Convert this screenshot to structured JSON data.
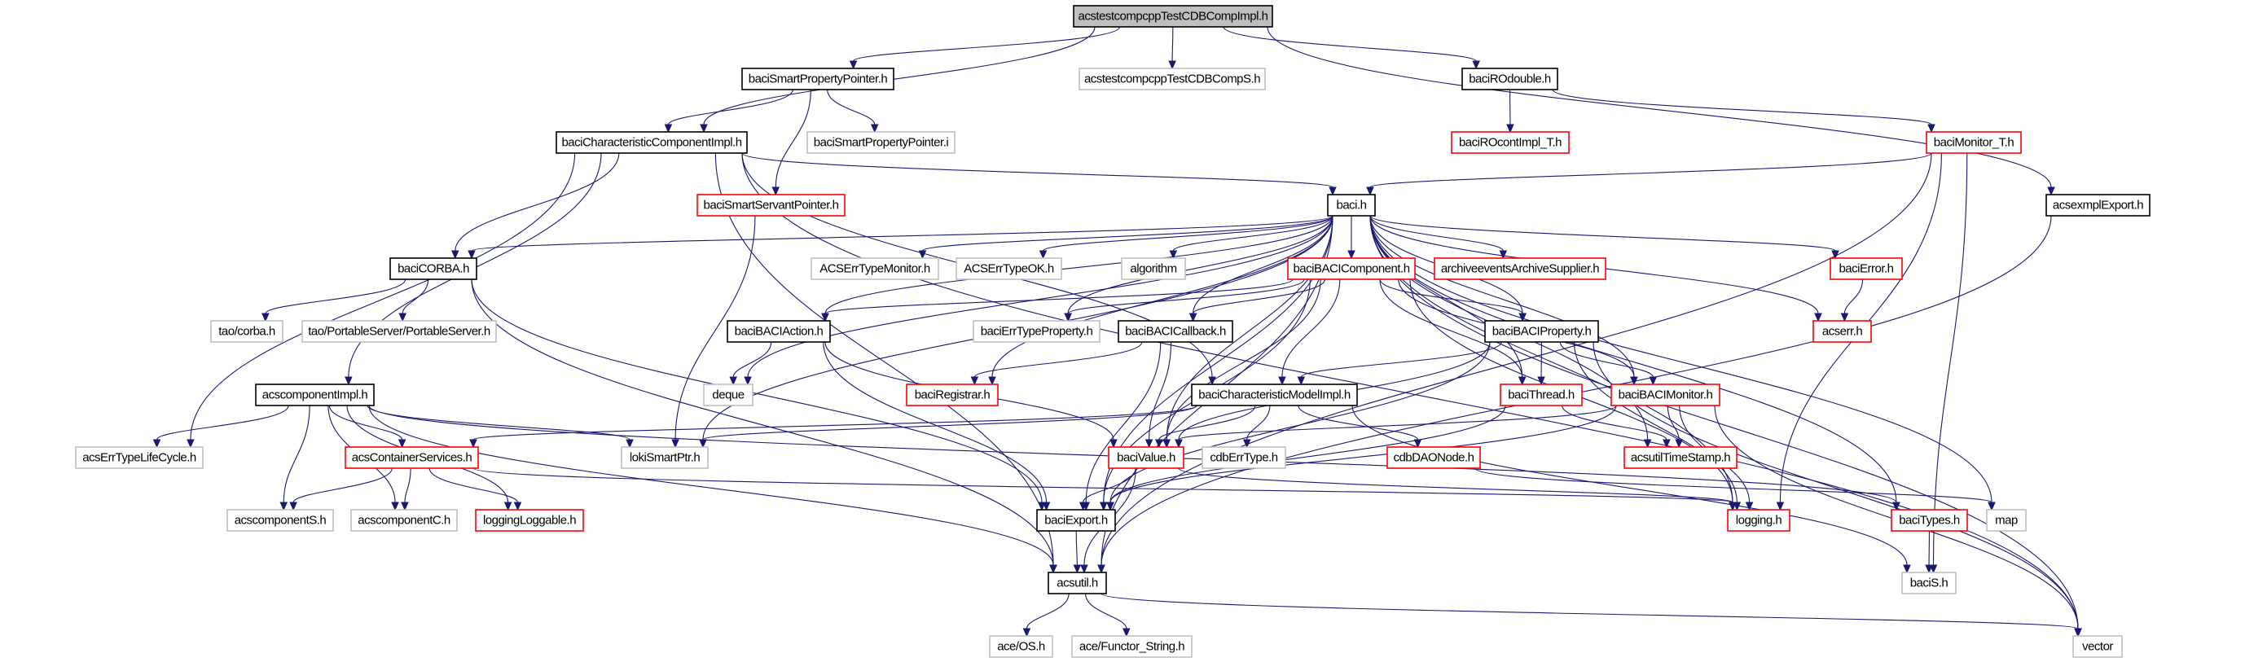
{
  "diagram": {
    "type": "include-dependency-graph",
    "root": "root",
    "colors": {
      "edge": "#191970",
      "documented_border": "#000000",
      "truncated_border": "#ff0000",
      "external_border": "#bfbfbf",
      "root_fill": "#bfbfbf"
    },
    "nodes": [
      {
        "id": "root",
        "label": "acstestcompcppTestCDBCompImpl.h",
        "kind": "root"
      },
      {
        "id": "spp_h",
        "label": "baciSmartPropertyPointer.h",
        "kind": "documented"
      },
      {
        "id": "cdbcomps",
        "label": "acstestcompcppTestCDBCompS.h",
        "kind": "external"
      },
      {
        "id": "rodouble",
        "label": "baciROdouble.h",
        "kind": "documented"
      },
      {
        "id": "ccimpl",
        "label": "baciCharacteristicComponentImpl.h",
        "kind": "documented"
      },
      {
        "id": "spp_i",
        "label": "baciSmartPropertyPointer.i",
        "kind": "external"
      },
      {
        "id": "rocont",
        "label": "baciROcontImpl_T.h",
        "kind": "truncated"
      },
      {
        "id": "monitor_t",
        "label": "baciMonitor_T.h",
        "kind": "truncated"
      },
      {
        "id": "ssp",
        "label": "baciSmartServantPointer.h",
        "kind": "truncated"
      },
      {
        "id": "baci",
        "label": "baci.h",
        "kind": "documented"
      },
      {
        "id": "exmplexport",
        "label": "acsexmplExport.h",
        "kind": "documented"
      },
      {
        "id": "corba",
        "label": "baciCORBA.h",
        "kind": "documented"
      },
      {
        "id": "errmon",
        "label": "ACSErrTypeMonitor.h",
        "kind": "external"
      },
      {
        "id": "errok",
        "label": "ACSErrTypeOK.h",
        "kind": "external"
      },
      {
        "id": "algorithm",
        "label": "algorithm",
        "kind": "external"
      },
      {
        "id": "bacicomp",
        "label": "baciBACIComponent.h",
        "kind": "truncated"
      },
      {
        "id": "archsup",
        "label": "archiveeventsArchiveSupplier.h",
        "kind": "truncated"
      },
      {
        "id": "bacierror",
        "label": "baciError.h",
        "kind": "truncated"
      },
      {
        "id": "taocorba",
        "label": "tao/corba.h",
        "kind": "external"
      },
      {
        "id": "portserver",
        "label": "tao/PortableServer/PortableServer.h",
        "kind": "external"
      },
      {
        "id": "action",
        "label": "baciBACIAction.h",
        "kind": "documented"
      },
      {
        "id": "errtypeprop",
        "label": "baciErrTypeProperty.h",
        "kind": "external"
      },
      {
        "id": "callback",
        "label": "baciBACICallback.h",
        "kind": "documented"
      },
      {
        "id": "property",
        "label": "baciBACIProperty.h",
        "kind": "documented"
      },
      {
        "id": "acserr",
        "label": "acserr.h",
        "kind": "truncated"
      },
      {
        "id": "compimpl",
        "label": "acscomponentImpl.h",
        "kind": "documented"
      },
      {
        "id": "deque",
        "label": "deque",
        "kind": "external"
      },
      {
        "id": "registrar",
        "label": "baciRegistrar.h",
        "kind": "truncated"
      },
      {
        "id": "cmimpl",
        "label": "baciCharacteristicModelImpl.h",
        "kind": "documented"
      },
      {
        "id": "thread",
        "label": "baciThread.h",
        "kind": "truncated"
      },
      {
        "id": "bacimonitor",
        "label": "baciBACIMonitor.h",
        "kind": "truncated"
      },
      {
        "id": "lifecycle",
        "label": "acsErrTypeLifeCycle.h",
        "kind": "external"
      },
      {
        "id": "contsvc",
        "label": "acsContainerServices.h",
        "kind": "truncated"
      },
      {
        "id": "loki",
        "label": "lokiSmartPtr.h",
        "kind": "external"
      },
      {
        "id": "value",
        "label": "baciValue.h",
        "kind": "truncated"
      },
      {
        "id": "cdberr",
        "label": "cdbErrType.h",
        "kind": "external"
      },
      {
        "id": "daonode",
        "label": "cdbDAONode.h",
        "kind": "truncated"
      },
      {
        "id": "timestamp",
        "label": "acsutilTimeStamp.h",
        "kind": "truncated"
      },
      {
        "id": "compS",
        "label": "acscomponentS.h",
        "kind": "external"
      },
      {
        "id": "compC",
        "label": "acscomponentC.h",
        "kind": "external"
      },
      {
        "id": "loggable",
        "label": "loggingLoggable.h",
        "kind": "truncated"
      },
      {
        "id": "export",
        "label": "baciExport.h",
        "kind": "documented"
      },
      {
        "id": "logging",
        "label": "logging.h",
        "kind": "truncated"
      },
      {
        "id": "types",
        "label": "baciTypes.h",
        "kind": "truncated"
      },
      {
        "id": "map",
        "label": "map",
        "kind": "external"
      },
      {
        "id": "acsutil",
        "label": "acsutil.h",
        "kind": "documented"
      },
      {
        "id": "bacis",
        "label": "baciS.h",
        "kind": "external"
      },
      {
        "id": "aceos",
        "label": "ace/OS.h",
        "kind": "external"
      },
      {
        "id": "functor",
        "label": "ace/Functor_String.h",
        "kind": "external"
      },
      {
        "id": "vector",
        "label": "vector",
        "kind": "external"
      }
    ],
    "edges": [
      [
        "root",
        "ccimpl"
      ],
      [
        "root",
        "spp_h"
      ],
      [
        "root",
        "cdbcomps"
      ],
      [
        "root",
        "rodouble"
      ],
      [
        "root",
        "exmplexport"
      ],
      [
        "spp_h",
        "ccimpl"
      ],
      [
        "spp_h",
        "spp_i"
      ],
      [
        "spp_h",
        "ssp"
      ],
      [
        "rodouble",
        "rocont"
      ],
      [
        "rodouble",
        "monitor_t"
      ],
      [
        "monitor_t",
        "baci"
      ],
      [
        "monitor_t",
        "logging"
      ],
      [
        "monitor_t",
        "acsutil"
      ],
      [
        "monitor_t",
        "bacis"
      ],
      [
        "ccimpl",
        "baci"
      ],
      [
        "ccimpl",
        "corba"
      ],
      [
        "ccimpl",
        "compimpl"
      ],
      [
        "ccimpl",
        "lifecycle"
      ],
      [
        "ccimpl",
        "acsutil"
      ],
      [
        "ccimpl",
        "cmimpl"
      ],
      [
        "ccimpl",
        "vector"
      ],
      [
        "ssp",
        "loki"
      ],
      [
        "exmplexport",
        "acsutil"
      ],
      [
        "baci",
        "corba"
      ],
      [
        "baci",
        "errmon"
      ],
      [
        "baci",
        "errok"
      ],
      [
        "baci",
        "algorithm"
      ],
      [
        "baci",
        "bacicomp"
      ],
      [
        "baci",
        "archsup"
      ],
      [
        "baci",
        "bacierror"
      ],
      [
        "baci",
        "acserr"
      ],
      [
        "baci",
        "action"
      ],
      [
        "baci",
        "errtypeprop"
      ],
      [
        "baci",
        "callback"
      ],
      [
        "baci",
        "property"
      ],
      [
        "baci",
        "deque"
      ],
      [
        "baci",
        "registrar"
      ],
      [
        "baci",
        "thread"
      ],
      [
        "baci",
        "bacimonitor"
      ],
      [
        "baci",
        "value"
      ],
      [
        "baci",
        "timestamp"
      ],
      [
        "baci",
        "export"
      ],
      [
        "baci",
        "logging"
      ],
      [
        "baci",
        "types"
      ],
      [
        "baci",
        "map"
      ],
      [
        "baci",
        "acsutil"
      ],
      [
        "baci",
        "vector"
      ],
      [
        "baci",
        "loki"
      ],
      [
        "corba",
        "taocorba"
      ],
      [
        "corba",
        "portserver"
      ],
      [
        "corba",
        "export"
      ],
      [
        "corba",
        "acsutil"
      ],
      [
        "bacicomp",
        "action"
      ],
      [
        "bacicomp",
        "errtypeprop"
      ],
      [
        "bacicomp",
        "callback"
      ],
      [
        "bacicomp",
        "property"
      ],
      [
        "bacicomp",
        "cmimpl"
      ],
      [
        "bacicomp",
        "value"
      ],
      [
        "bacicomp",
        "export"
      ],
      [
        "bacicomp",
        "thread"
      ],
      [
        "bacicomp",
        "bacimonitor"
      ],
      [
        "bacicomp",
        "logging"
      ],
      [
        "bacierror",
        "acserr"
      ],
      [
        "action",
        "deque"
      ],
      [
        "action",
        "value"
      ],
      [
        "action",
        "export"
      ],
      [
        "callback",
        "registrar"
      ],
      [
        "callback",
        "value"
      ],
      [
        "callback",
        "export"
      ],
      [
        "property",
        "cmimpl"
      ],
      [
        "property",
        "thread"
      ],
      [
        "property",
        "bacimonitor"
      ],
      [
        "property",
        "value"
      ],
      [
        "property",
        "export"
      ],
      [
        "property",
        "logging"
      ],
      [
        "property",
        "vector"
      ],
      [
        "cmimpl",
        "contsvc"
      ],
      [
        "cmimpl",
        "loki"
      ],
      [
        "cmimpl",
        "cdberr"
      ],
      [
        "cmimpl",
        "daonode"
      ],
      [
        "cmimpl",
        "value"
      ],
      [
        "cmimpl",
        "bacis"
      ],
      [
        "thread",
        "timestamp"
      ],
      [
        "thread",
        "export"
      ],
      [
        "bacimonitor",
        "value"
      ],
      [
        "bacimonitor",
        "timestamp"
      ],
      [
        "bacimonitor",
        "logging"
      ],
      [
        "bacimonitor",
        "export"
      ],
      [
        "bacimonitor",
        "vector"
      ],
      [
        "compimpl",
        "lifecycle"
      ],
      [
        "compimpl",
        "contsvc"
      ],
      [
        "compimpl",
        "loki"
      ],
      [
        "compimpl",
        "compS"
      ],
      [
        "compimpl",
        "compC"
      ],
      [
        "compimpl",
        "loggable"
      ],
      [
        "compimpl",
        "acsutil"
      ],
      [
        "compimpl",
        "types"
      ],
      [
        "contsvc",
        "compS"
      ],
      [
        "contsvc",
        "compC"
      ],
      [
        "contsvc",
        "loggable"
      ],
      [
        "contsvc",
        "logging"
      ],
      [
        "value",
        "export"
      ],
      [
        "value",
        "acsutil"
      ],
      [
        "value",
        "logging"
      ],
      [
        "daonode",
        "map"
      ],
      [
        "export",
        "acsutil"
      ],
      [
        "types",
        "bacis"
      ],
      [
        "acsutil",
        "aceos"
      ],
      [
        "acsutil",
        "functor"
      ],
      [
        "acsutil",
        "vector"
      ]
    ]
  }
}
